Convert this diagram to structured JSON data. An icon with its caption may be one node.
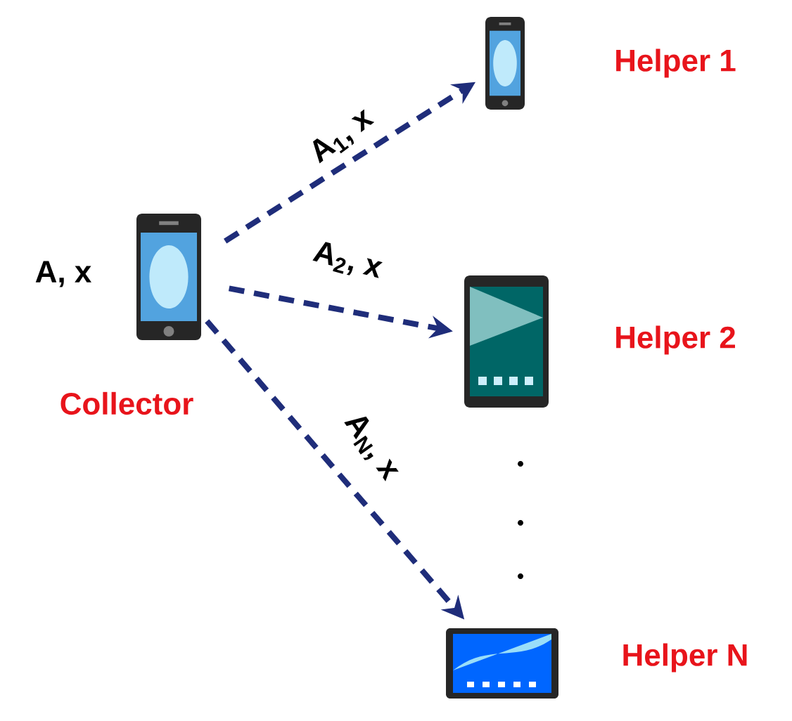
{
  "diagram": {
    "nodes": [
      {
        "text": [],
        "shape": "picture",
        "beside": [
          "A, x",
          "Collector"
        ]
      },
      {
        "text": [],
        "shape": "picture",
        "beside": [
          "Helper 1"
        ]
      },
      {
        "text": [],
        "shape": "picture",
        "beside": [
          "Helper 2"
        ]
      },
      {
        "text": [],
        "shape": "picture",
        "beside": [
          "Helper N"
        ]
      }
    ],
    "edges": [
      {
        "from": 0,
        "to": 1,
        "arrow": "to",
        "label": "A$_{1}$, x",
        "style": "dashed",
        "color": "#1f2d7a"
      },
      {
        "from": 0,
        "to": 2,
        "arrow": "to",
        "label": "A$_{2}$, x",
        "style": "dashed",
        "color": "#1f2d7a"
      },
      {
        "from": 0,
        "to": 3,
        "arrow": "to",
        "label": "A$_{N}$, x",
        "style": "dashed",
        "color": "#1f2d7a"
      }
    ]
  }
}
